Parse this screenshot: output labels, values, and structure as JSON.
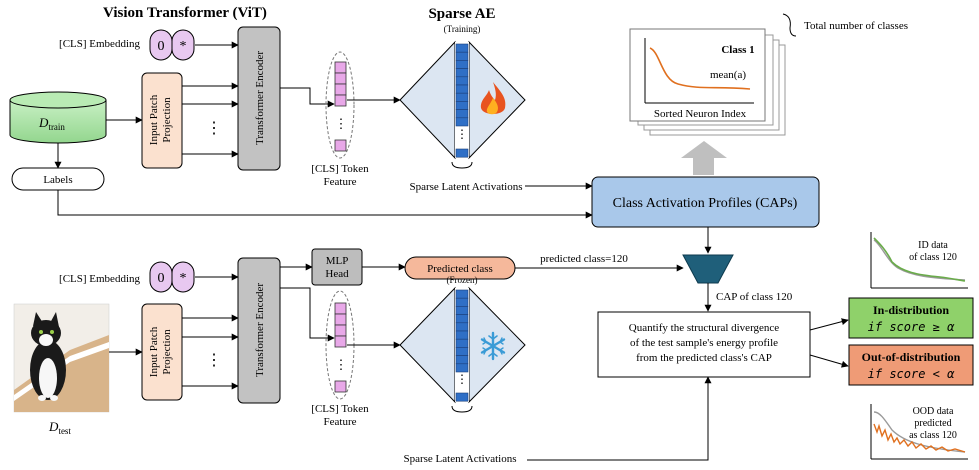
{
  "titles": {
    "vit": "Vision Transformer (ViT)",
    "sae": "Sparse AE",
    "training": "(Training)",
    "frozen": "(Frozen)"
  },
  "top": {
    "cls_embedding": "[CLS] Embedding",
    "token_zero": "0",
    "token_star": "*",
    "dataset_symbol": "D",
    "dataset_sub": "train",
    "labels": "Labels",
    "patch_line1": "Input Patch",
    "patch_line2": "Projection",
    "encoder": "Transformer Encoder",
    "feature_line1": "[CLS] Token",
    "feature_line2": "Feature",
    "latent": "Sparse Latent Activations",
    "ellipsis": "⋮"
  },
  "profile_card": {
    "class_label": "Class 1",
    "curve_label": "mean(a)",
    "axis_label": "Sorted Neuron Index",
    "stack_note": "Total number of classes"
  },
  "caps_box": "Class Activation Profiles (CAPs)",
  "bottom": {
    "cls_embedding": "[CLS] Embedding",
    "token_zero": "0",
    "token_star": "*",
    "mlp_line1": "MLP",
    "mlp_line2": "Head",
    "predicted_class": "Predicted class",
    "predicted_edge": "predicted class=120",
    "cap_of_class": "CAP of class 120",
    "dataset_symbol": "D",
    "dataset_sub": "test",
    "patch_line1": "Input Patch",
    "patch_line2": "Projection",
    "encoder": "Transformer Encoder",
    "feature_line1": "[CLS] Token",
    "feature_line2": "Feature",
    "latent": "Sparse Latent Activations",
    "ellipsis": "⋮"
  },
  "quantify": {
    "line1": "Quantify the structural divergence",
    "line2": "of the test sample's energy profile",
    "line3": "from the predicted class's CAP"
  },
  "outcomes": {
    "id_title": "In-distribution",
    "id_cond": "if score ≥ α",
    "ood_title": "Out-of-distribution",
    "ood_cond": "if score < α"
  },
  "mini_plots": {
    "id_line1": "ID data",
    "id_line2": "of class 120",
    "ood_line1": "OOD data",
    "ood_line2": "predicted",
    "ood_line3": "as class 120"
  },
  "colors": {
    "green_db": "#a9e3a5",
    "patch": "#fbe1cf",
    "token": "#e8c8f0",
    "encoder": "#c2c2c2",
    "sae_fill": "#dce6f2",
    "sae_bar": "#2f6fc6",
    "caps": "#a9c8ea",
    "predicted": "#f5b89b",
    "mlp": "#bdbdbd",
    "id_box": "#8fd16a",
    "ood_box": "#ef9b76",
    "orange_curve": "#e0701f",
    "green_curve": "#6aac4a",
    "funnel": "#1f5f7a"
  },
  "icons": {
    "fire": "fire-icon",
    "snow": "snowflake-icon",
    "cat": "cat-photo"
  }
}
